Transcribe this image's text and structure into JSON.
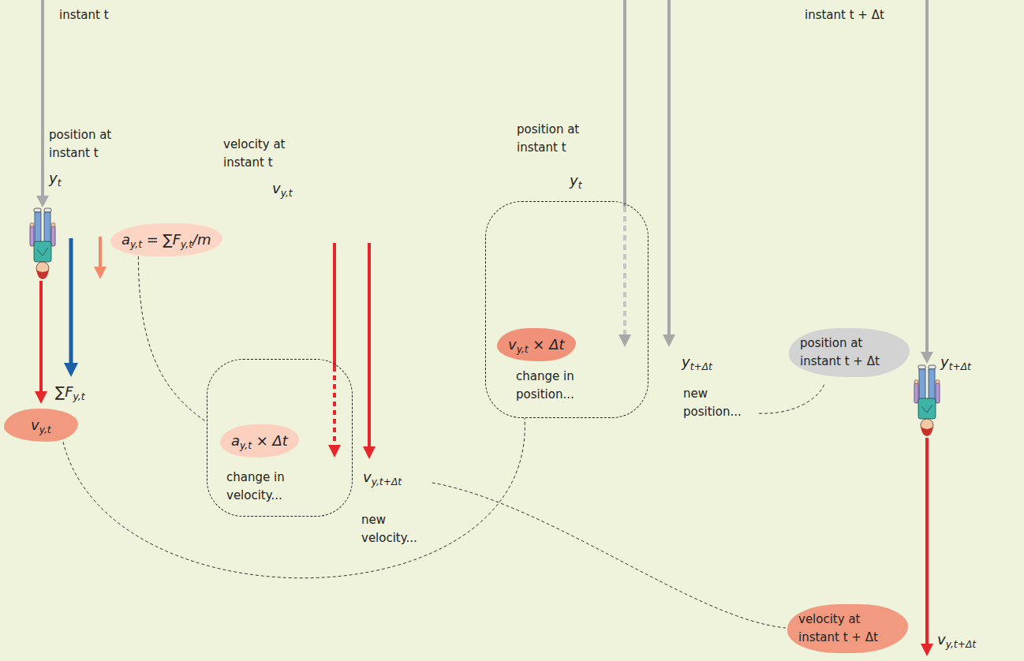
{
  "diagram": {
    "nodes": [
      {
        "text": [
          "ay,t = ∑Fy,t/m"
        ]
      },
      {
        "text": [
          "vy,t"
        ]
      },
      {
        "text": [
          "change in velocity..."
        ]
      },
      {
        "text": [
          "ay,t × Δt"
        ],
        "in": 2
      },
      {
        "text": [
          "change in position..."
        ]
      },
      {
        "text": [
          "vy,t × Δt"
        ],
        "in": 4
      },
      {
        "text": [
          "position at instant t + Δt"
        ]
      },
      {
        "text": [
          "velocity at instant t + Δt"
        ]
      }
    ],
    "edges": [
      {
        "from": 0,
        "to": 2,
        "arrow": "none"
      },
      {
        "from": 1,
        "to": 4,
        "arrow": "none"
      }
    ],
    "labels": [
      "instant t",
      "position at instant t",
      "yt",
      "∑Fy,t",
      "velocity at instant t",
      "vy,t",
      "vy,t+Δt",
      "new velocity...",
      "position at instant t",
      "yt",
      "yt+Δt",
      "new position...",
      "instant t + Δt",
      "yt+Δt",
      "vy,t+Δt"
    ]
  }
}
